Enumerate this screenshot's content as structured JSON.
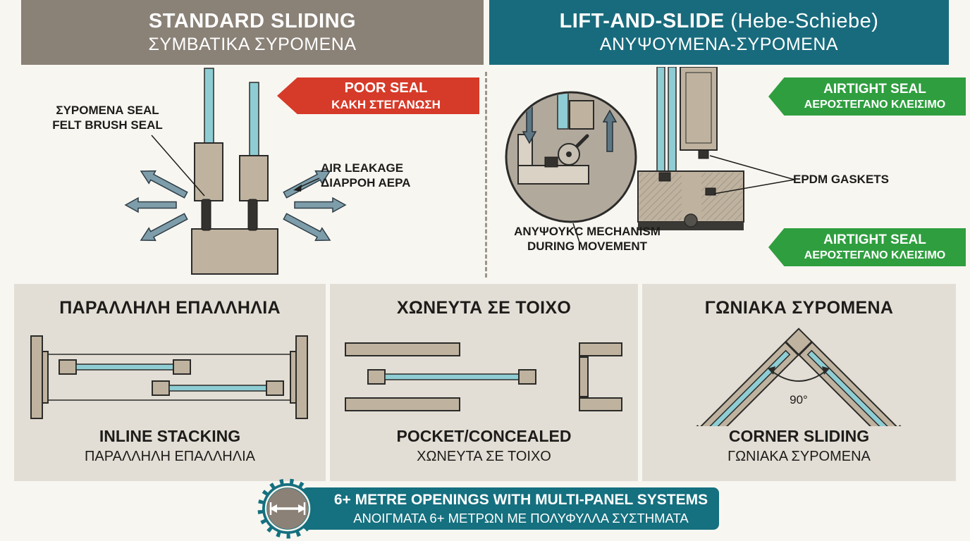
{
  "colors": {
    "taupe_header": "#8a8177",
    "teal_header": "#186b7d",
    "red_badge": "#d63a28",
    "green_badge": "#2f9e3f",
    "panel_bg": "#e3ded5",
    "frame_tan": "#bfb3a0",
    "glass_teal": "#8ecdd3",
    "footer_teal": "#15707f"
  },
  "header_left": {
    "line1": "STANDARD SLIDING",
    "line2": "ΣΥΜΒΑΤΙΚΑ ΣΥΡΟΜΕΝΑ"
  },
  "header_right": {
    "title_bold": "LIFT-AND-SLIDE",
    "title_rest": " (Hebe-Schiebe)",
    "line2": "ΑΝΥΨΟΥΜΕΝΑ-ΣΥΡΟΜΕΝΑ"
  },
  "left_panel": {
    "seal_line1": "ΣΥΡΟΜΕΝΑ SEAL",
    "seal_line2": "FELT BRUSH SEAL",
    "poor_seal_line1": "POOR SEAL",
    "poor_seal_line2": "ΚΑΚΗ ΣΤΕΓΑΝΩΣΗ",
    "air_line1": "AIR LEAKAGE",
    "air_line2": "ΔΙΑΡΡΟΗ ΑΕΡΑ"
  },
  "right_panel": {
    "mech_line1": "ΑΝΥΨΟΥΚC MECHANISM",
    "mech_line2": "DURING MOVEMENT",
    "epdm_label": "EPDM GASKETS",
    "airtight_top_line1": "AIRTIGHT SEAL",
    "airtight_top_line2": "ΑΕΡΟΣΤΕΓΑΝΟ ΚΛΕΙΣΙΜΟ",
    "airtight_bottom_line1": "AIRTIGHT SEAL",
    "airtight_bottom_line2": "ΑΕΡΟΣΤΕΓΑΝΟ ΚΛΕΙΣΙΜΟ"
  },
  "bottom": {
    "panels": [
      {
        "title": "ΠΑΡΑΛΛΗΛΗ ΕΠΑΛΛΗΛΙΑ",
        "caption_en": "INLINE STACKING",
        "caption_gr": "ΠΑΡΑΛΛΗΛΗ ΕΠΑΛΛΗΛΙΑ"
      },
      {
        "title": "ΧΩΝΕΥΤΑ ΣΕ ΤΟΙΧΟ",
        "caption_en": "POCKET/CONCEALED",
        "caption_gr": "ΧΩΝΕΥΤΑ ΣΕ ΤΟΙΧΟ"
      },
      {
        "title": "ΓΩΝΙΑΚΑ ΣΥΡΟΜΕΝΑ",
        "caption_en": "CORNER SLIDING",
        "caption_gr": "ΓΩΝΙΑΚΑ ΣΥΡΟΜΕΝΑ",
        "angle_label": "90°"
      }
    ]
  },
  "footer": {
    "line1": "6+ METRE OPENINGS WITH MULTI-PANEL SYSTEMS",
    "line2": "ΑΝΟΙΓΜΑΤΑ 6+ ΜΕΤΡΩΝ ΜΕ ΠΟΛΥΦΥΛΛΑ ΣΥΣΤΗΜΑΤΑ"
  }
}
